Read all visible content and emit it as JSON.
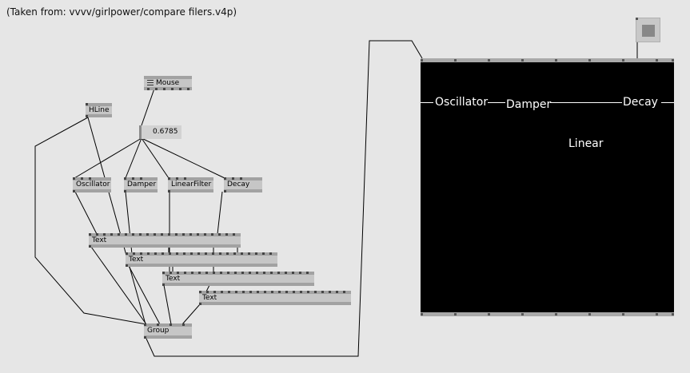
{
  "caption": "(Taken from: vvvv/girlpower/compare filers.v4p)",
  "nodes": {
    "mouse": "Mouse",
    "hline": "HLine",
    "value": "0.6785",
    "oscillator": "Oscillator",
    "damper": "Damper",
    "linearfilter": "LinearFilter",
    "decay": "Decay",
    "text1": "Text",
    "text2": "Text",
    "text3": "Text",
    "text4": "Text",
    "group": "Group"
  },
  "renderer": {
    "oscillator": "Oscillator",
    "damper": "Damper",
    "decay": "Decay",
    "linear": "Linear"
  },
  "colors": {
    "background": "#e6e6e6",
    "node_fill": "#c6c6c6",
    "node_border": "#a2a2a2",
    "renderer_background": "#000000",
    "renderer_text": "#ffffff",
    "wire": "#000000"
  }
}
